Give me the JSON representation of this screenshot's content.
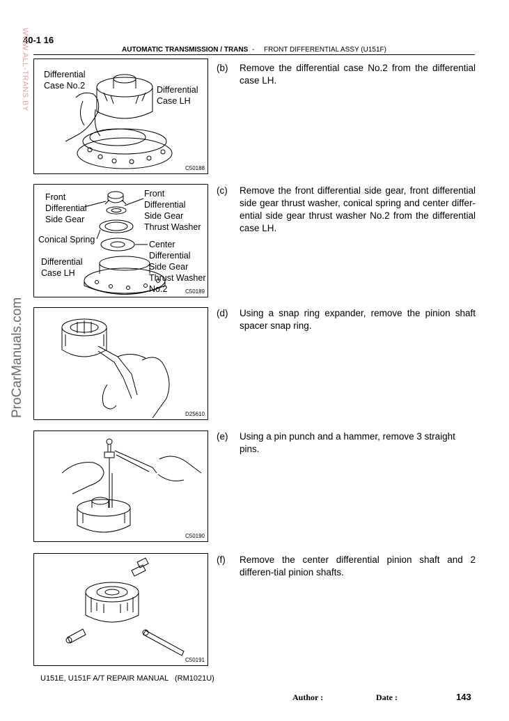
{
  "header": {
    "page_number": "40-1 16",
    "section": "AUTOMATIC TRANSMISSION / TRANS",
    "separator": "-",
    "subsection": "FRONT DIFFERENTIAL ASSY (U151F)"
  },
  "watermarks": {
    "top": "WWW.ALL-TRANS.BY",
    "side": "ProCarManuals.com"
  },
  "figures": [
    {
      "code": "C50188",
      "labels": [
        "Differential\nCase No.2",
        "Differential\nCase LH"
      ]
    },
    {
      "code": "C50189",
      "labels": [
        "Front\nDifferential\nSide Gear",
        "Front\nDifferential\nSide Gear\nThrust Washer",
        "Conical Spring",
        "Center\nDifferential\nSide Gear\nThrust Washer\nNo.2",
        "Differential\nCase LH"
      ]
    },
    {
      "code": "D25610",
      "labels": []
    },
    {
      "code": "C50190",
      "labels": []
    },
    {
      "code": "C50191",
      "labels": []
    }
  ],
  "steps": [
    {
      "letter": "(b)",
      "text": "Remove the differential case No.2 from the differential case LH."
    },
    {
      "letter": "(c)",
      "text": "Remove the front differential side gear, front differential side gear thrust washer, conical spring and center differ-ential side gear thrust washer No.2 from the differential case LH."
    },
    {
      "letter": "(d)",
      "text": "Using a snap ring expander, remove the pinion shaft spacer snap ring."
    },
    {
      "letter": "(e)",
      "text": "Using a pin punch and a hammer, remove 3 straight pins."
    },
    {
      "letter": "(f)",
      "text": "Remove the center differential pinion shaft and 2 differen-tial pinion shafts."
    }
  ],
  "footer": {
    "manual": "U151E, U151F A/T REPAIR MANUAL   (RM1021U)",
    "author_label": "Author :",
    "date_label": "Date :",
    "page": "143"
  }
}
